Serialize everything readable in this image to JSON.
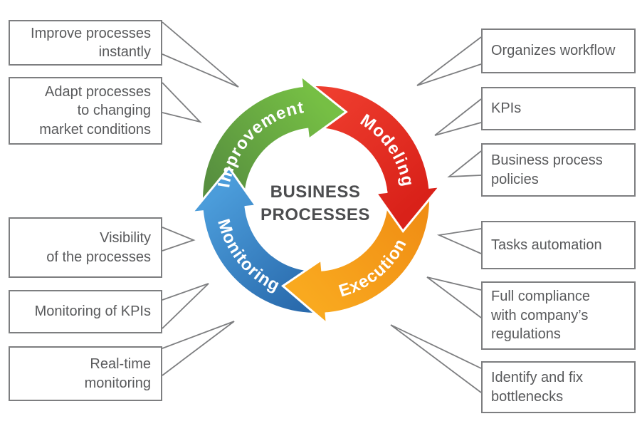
{
  "title": {
    "line1": "BUSINESS",
    "line2": "PROCESSES"
  },
  "cycle": {
    "segments": [
      {
        "label": "Improvement",
        "color_start": "#578f3f",
        "color_end": "#76bf44"
      },
      {
        "label": "Modeling",
        "color_start": "#ee3d2e",
        "color_end": "#d92119"
      },
      {
        "label": "Execution",
        "color_start": "#f08e14",
        "color_end": "#f9a91f"
      },
      {
        "label": "Monitoring",
        "color_start": "#2a6bad",
        "color_end": "#4b9cda"
      }
    ]
  },
  "callouts": {
    "left": [
      {
        "text": "Improve processes\ninstantly"
      },
      {
        "text": "Adapt processes\nto changing\nmarket conditions"
      },
      {
        "text": "Visibility\nof the processes"
      },
      {
        "text": "Monitoring of KPIs"
      },
      {
        "text": "Real-time\nmonitoring"
      }
    ],
    "right": [
      {
        "text": "Organizes workflow"
      },
      {
        "text": "KPIs"
      },
      {
        "text": "Business process\npolicies"
      },
      {
        "text": "Tasks automation"
      },
      {
        "text": "Full compliance\nwith company’s\nregulations"
      },
      {
        "text": "Identify and fix\nbottlenecks"
      }
    ]
  },
  "colors": {
    "title_text": "#4c4d4f",
    "label_text": "#ffffff",
    "callout_border": "#7d7e80",
    "callout_text": "#58595b",
    "pointer_line": "#7d7e80"
  }
}
